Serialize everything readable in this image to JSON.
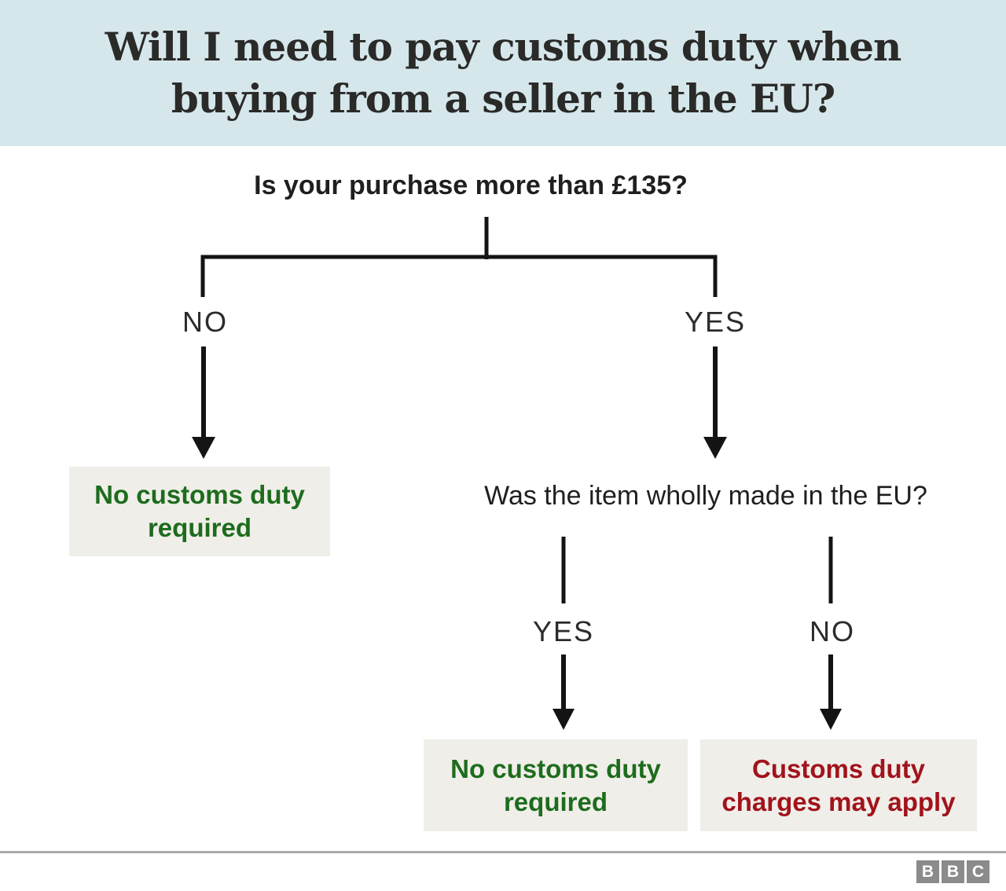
{
  "header": {
    "title_lines": [
      "Will I need to pay customs duty when",
      "buying from a seller in the EU?"
    ]
  },
  "flowchart": {
    "question1": "Is your purchase more than £135?",
    "question2": "Was the item wholly made in the EU?",
    "level1": {
      "no_label": "NO",
      "yes_label": "YES"
    },
    "level2": {
      "yes_label": "YES",
      "no_label": "NO"
    },
    "outcomes": {
      "no_duty_first": "No customs duty required",
      "no_duty_second": "No customs duty required",
      "duty_apply": "Customs duty charges may apply"
    }
  },
  "colors": {
    "header_bg": "#d6e7ec",
    "title_text": "#2a2a28",
    "text": "#1f1f1f",
    "line": "#141414",
    "box_bg": "#f0eee9",
    "positive": "#1d6c1d",
    "negative": "#a1131c",
    "divider": "#a9a9a9",
    "bbc_gray": "#8b8b8b"
  },
  "footer": {
    "bbc_letters": [
      "B",
      "B",
      "C"
    ]
  }
}
